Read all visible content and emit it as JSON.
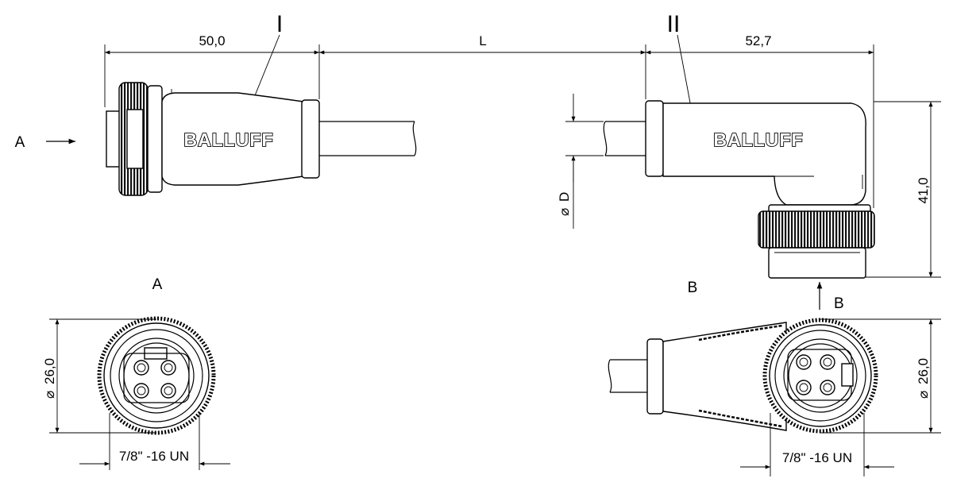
{
  "drawing": {
    "connector_labels": [
      "I",
      "II"
    ],
    "brand_logo": "BALLUFF",
    "dimensions": {
      "left_length": "50,0",
      "cable_length": "L",
      "right_length": "52,7",
      "height": "41,0",
      "cable_diameter": "D",
      "face_diameter_left": "26,0",
      "face_diameter_right": "26,0",
      "thread_left": "7/8\" -16 UN",
      "thread_right": "7/8\" -16 UN"
    },
    "views": {
      "arrow_a": "A",
      "arrow_b": "B",
      "view_a_title": "A",
      "view_b_title": "B"
    },
    "diameter_symbol": "⌀"
  }
}
